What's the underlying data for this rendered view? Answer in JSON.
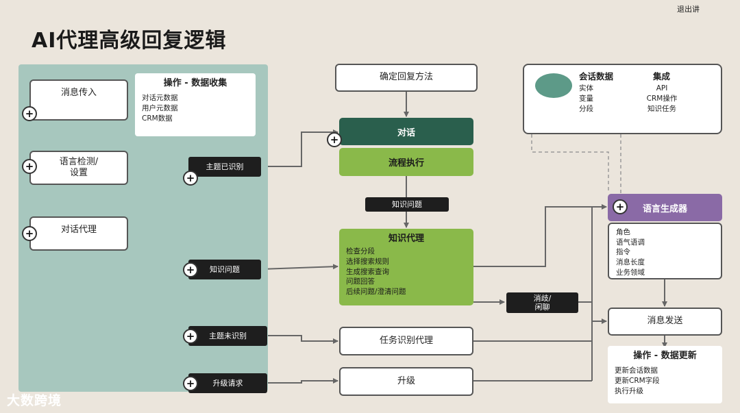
{
  "page": {
    "title": "AI代理高级回复逻辑",
    "exit_label": "退出讲",
    "watermark": "大数跨境"
  },
  "plus_symbol": "+",
  "left_flow": {
    "incoming": "消息传入",
    "lang_line1": "语言检测/",
    "lang_line2": "设置",
    "agent": "对话代理"
  },
  "data_collect": {
    "title": "操作 - 数据收集",
    "items": [
      "对话元数据",
      "用户元数据",
      "CRM数据"
    ]
  },
  "branches": {
    "topic_found": "主题已识别",
    "knowledge_q": "知识问题",
    "topic_unknown": "主题未识别",
    "escalate_req": "升级请求"
  },
  "center": {
    "decide": "确定回复方法",
    "dialog": "对话",
    "flow": "流程执行",
    "kq_label": "知识问题",
    "task_agent": "任务识别代理",
    "escalate": "升级"
  },
  "knowledge_agent": {
    "title": "知识代理",
    "items": [
      "检查分段",
      "选择搜索规则",
      "生成搜索查询",
      "问题回答",
      "后续问题/澄清问题"
    ]
  },
  "disambig": {
    "line1": "消歧/",
    "line2": "闲聊"
  },
  "session": {
    "col1_title": "会话数据",
    "col1_items": [
      "实体",
      "变量",
      "分段"
    ],
    "col2_title": "集成",
    "col2_items": [
      "API",
      "CRM操作",
      "知识任务"
    ]
  },
  "generator": {
    "title": "语言生成器",
    "items": [
      "角色",
      "语气语调",
      "指令",
      "消息长度",
      "业务领域"
    ]
  },
  "send": "消息发送",
  "data_update": {
    "title": "操作 - 数据更新",
    "items": [
      "更新会话数据",
      "更新CRM字段",
      "执行升级"
    ]
  },
  "colors": {
    "background": "#ebe5dc",
    "teal_panel": "#a7c7be",
    "dark_green": "#2a5f4d",
    "light_green": "#8ab94a",
    "purple": "#8a6aa6",
    "label_dark": "#1e1e1e",
    "line": "#666666"
  }
}
